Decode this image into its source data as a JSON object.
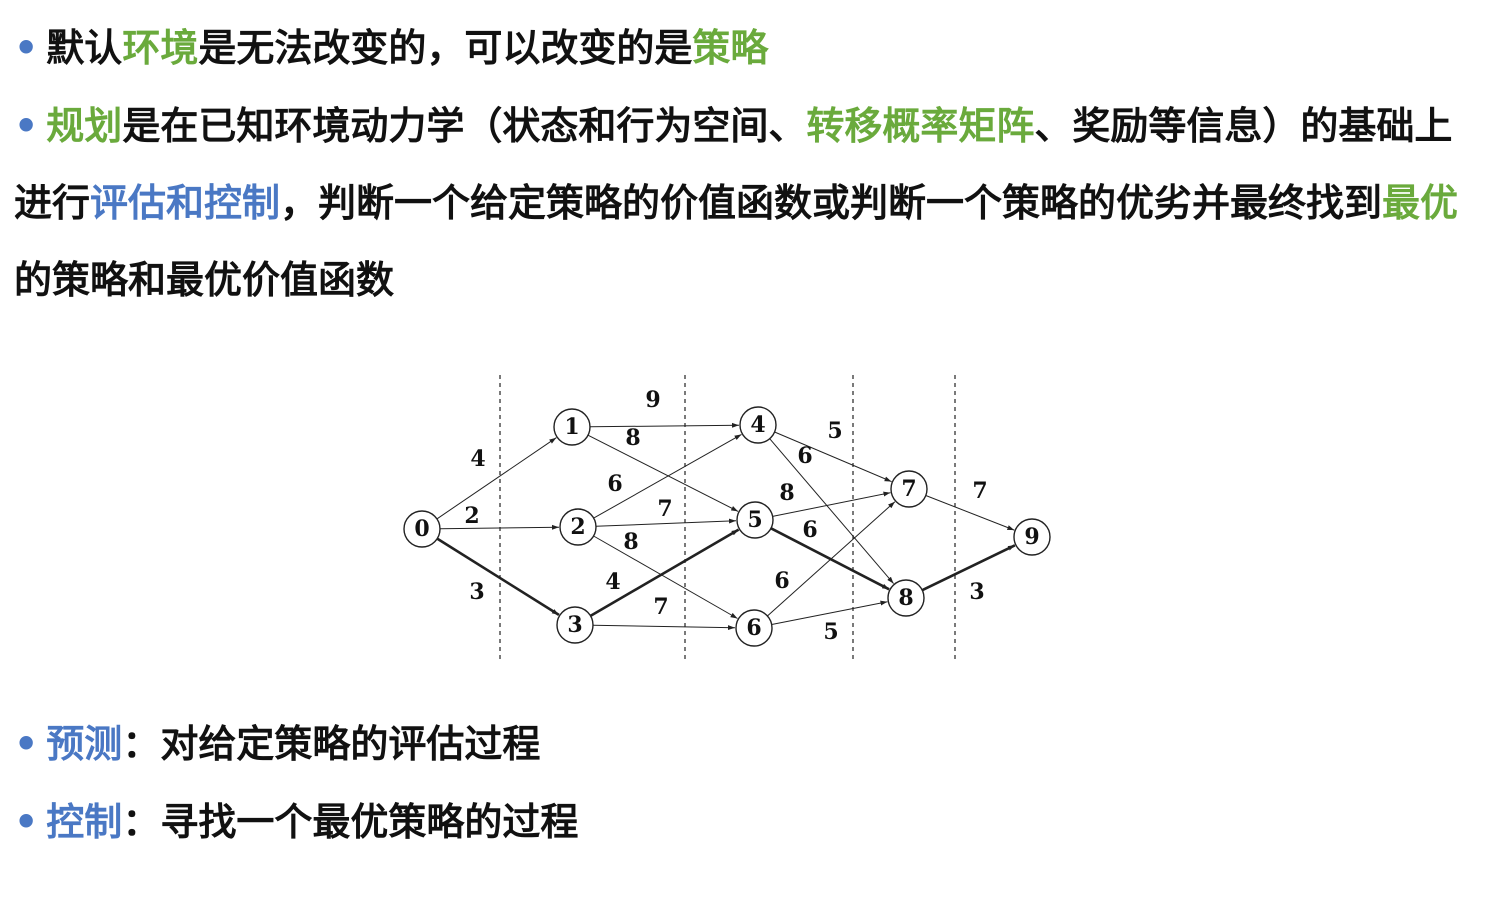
{
  "para1": {
    "bullet": "•",
    "s1": "默认",
    "s2": "环境",
    "s3": "是无法改变的，可以改变的是",
    "s4": "策略"
  },
  "para2": {
    "bullet": "•",
    "s1": "规划",
    "s2": "是在已知环境动力学（状态和行为空间、",
    "s3": "转移概率矩阵",
    "s4": "、奖励等信息）的基础上进行",
    "s5": "评估和控制",
    "s6": "，判断一个给定策略的价值函数或判断一个策略的优劣并最终找到",
    "s7": "最优",
    "s8": "的策略和最优价值函数"
  },
  "para3": {
    "bullet": "•",
    "term": "预测",
    "rest": "：对给定策略的评估过程"
  },
  "para4": {
    "bullet": "•",
    "term": "控制",
    "rest": "：寻找一个最优策略的过程"
  },
  "colors": {
    "green": "#6aaa3c",
    "blue": "#4a78c4",
    "text": "#111111"
  },
  "graph": {
    "nodes": [
      "0",
      "1",
      "2",
      "3",
      "4",
      "5",
      "6",
      "7",
      "8",
      "9"
    ],
    "edges": [
      {
        "from": "0",
        "to": "1",
        "weight": "4",
        "bold": false
      },
      {
        "from": "0",
        "to": "2",
        "weight": "2",
        "bold": false
      },
      {
        "from": "0",
        "to": "3",
        "weight": "3",
        "bold": true
      },
      {
        "from": "1",
        "to": "4",
        "weight": "9",
        "bold": false
      },
      {
        "from": "1",
        "to": "5",
        "weight": "8",
        "bold": false
      },
      {
        "from": "2",
        "to": "4",
        "weight": "6",
        "bold": false
      },
      {
        "from": "2",
        "to": "5",
        "weight": "7",
        "bold": false
      },
      {
        "from": "2",
        "to": "6",
        "weight": "8",
        "bold": false
      },
      {
        "from": "3",
        "to": "5",
        "weight": "4",
        "bold": true
      },
      {
        "from": "3",
        "to": "6",
        "weight": "7",
        "bold": false
      },
      {
        "from": "4",
        "to": "7",
        "weight": "5",
        "bold": false
      },
      {
        "from": "4",
        "to": "8",
        "weight": "6",
        "bold": false
      },
      {
        "from": "5",
        "to": "7",
        "weight": "8",
        "bold": false
      },
      {
        "from": "5",
        "to": "8",
        "weight": "6",
        "bold": true
      },
      {
        "from": "6",
        "to": "7",
        "weight": "6",
        "bold": false
      },
      {
        "from": "6",
        "to": "8",
        "weight": "5",
        "bold": false
      },
      {
        "from": "7",
        "to": "9",
        "weight": "7",
        "bold": false
      },
      {
        "from": "8",
        "to": "9",
        "weight": "3",
        "bold": true
      }
    ]
  }
}
